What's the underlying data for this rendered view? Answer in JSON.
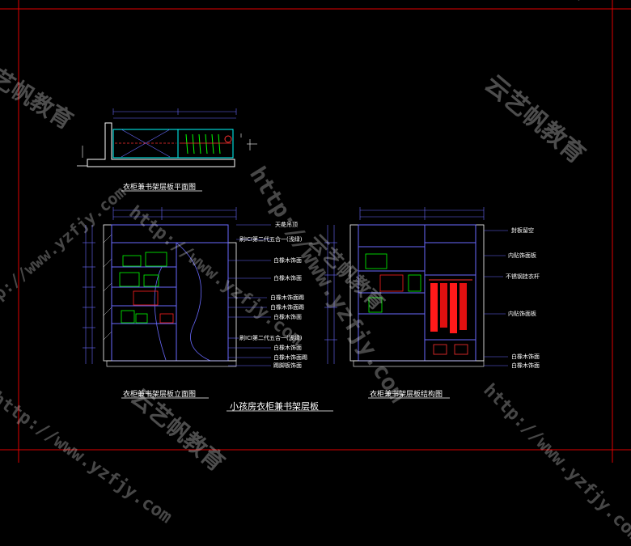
{
  "drawing": {
    "main_title": "小孩房衣柜兼书架层板",
    "plan_title": "衣柜兼书架层板平面图",
    "elevation_title": "衣柜兼书架层板立面图",
    "structure_title": "衣柜兼书架层板结构图",
    "elevation_labels": [
      "天花吊顶",
      "刷ICI第二代五合一(浅绿)",
      "白橡木饰面",
      "白橡木饰面",
      "白橡木饰面踢",
      "白橡木饰面踢",
      "白橡木饰面",
      "刷ICI第二代五合一(浅绿)",
      "白橡木饰面",
      "白橡木饰面踢",
      "踢脚板饰面"
    ],
    "structure_labels": [
      "封板留空",
      "内贴饰面板",
      "不锈钢挂衣杆",
      "内贴饰面板",
      "白橡木饰面",
      "白橡木饰面"
    ]
  },
  "watermarks": {
    "url": "http://www.yzfjy.com",
    "brand": "云艺帆教育"
  },
  "colors": {
    "background": "#000000",
    "frame": "#ff0000",
    "wall": "#ffffff",
    "furniture": "#6a6aff",
    "books": "#00ff00",
    "cyan": "#00ffff",
    "clothes": "#ff2020"
  }
}
